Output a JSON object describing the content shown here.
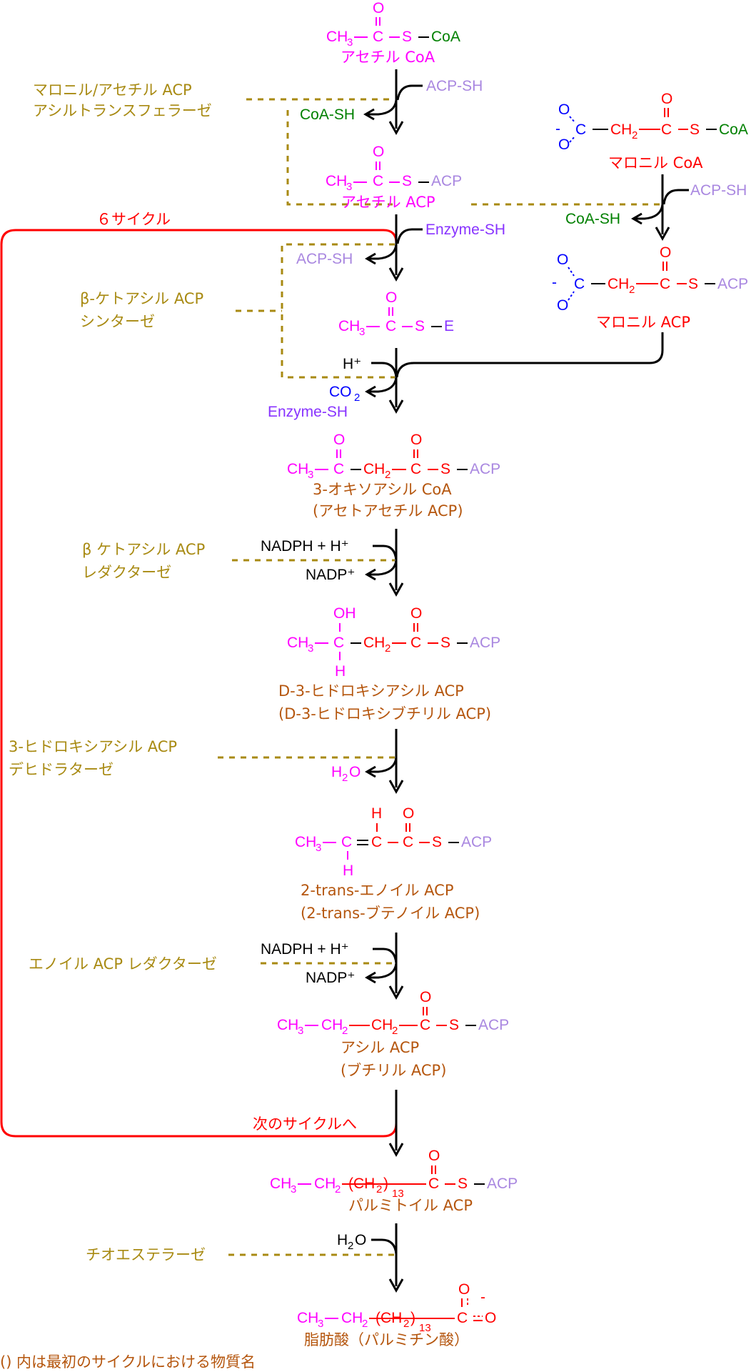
{
  "diagram": {
    "title": "Fatty acid synthesis (palmitate) pathway",
    "cycle_label": "６サイクル",
    "next_cycle_label": "次のサイクルへ",
    "footnote": "() 内は最初のサイクルにおける物質名"
  },
  "compounds": {
    "acetyl_coa": {
      "name": "アセチル CoA",
      "ch3": "CH",
      "s": "S",
      "c": "C",
      "o": "O",
      "tail": "CoA"
    },
    "acetyl_acp": {
      "name": "アセチル ACP",
      "tail": "ACP"
    },
    "malonyl_coa": {
      "name": "マロニル CoA",
      "tail": "CoA"
    },
    "malonyl_acp": {
      "name": "マロニル ACP",
      "tail": "ACP"
    },
    "acetyl_e": {
      "tail": "E"
    },
    "oxoacyl": {
      "name": "3-オキソアシル CoA",
      "name2": "(アセトアセチル ACP)"
    },
    "hydroxyacyl": {
      "name": "D-3-ヒドロキシアシル ACP",
      "name2": "(D-3-ヒドロキシブチリル ACP)"
    },
    "enoyl": {
      "name": "2-trans-エノイル ACP",
      "name2": "(2-trans-ブテノイル ACP)"
    },
    "acyl": {
      "name": "アシル ACP",
      "name2": "(ブチリル ACP)"
    },
    "palmitoyl": {
      "name": "パルミトイル ACP",
      "repeat": "13"
    },
    "fatty_acid": {
      "name": "脂肪酸（パルミチン酸）",
      "repeat": "13"
    }
  },
  "enzymes": {
    "mat_line1": "マロニル/アセチル ACP",
    "mat_line2": "アシルトランスフェラーゼ",
    "ks_line1": "β-ケトアシル ACP",
    "ks_line2": "シンターゼ",
    "kr_line1": "β ケトアシル ACP",
    "kr_line2": "レダクターゼ",
    "dh_line1": "3-ヒドロキシアシル ACP",
    "dh_line2": "デヒドラターゼ",
    "er": "エノイル ACP レダクターゼ",
    "te": "チオエステラーゼ"
  },
  "cofactors": {
    "acp_sh": "ACP-SH",
    "coa_sh": "CoA-SH",
    "enzyme_sh": "Enzyme-SH",
    "h_plus": "H⁺",
    "co2": "CO",
    "nadph": "NADPH + H⁺",
    "nadp": "NADP⁺",
    "h2o": "H",
    "h2o_tail": "O"
  },
  "colors": {
    "acetyl_group": "#ff00ff",
    "malonyl_group": "#ff0000",
    "carboxyl": "#0000ff",
    "coa": "#008000",
    "acp": "#a987e0",
    "enzyme": "#8833ff",
    "enzyme_label": "#a88a12",
    "compound_name": "#b5560e",
    "cycle_loop": "#ff0000"
  }
}
